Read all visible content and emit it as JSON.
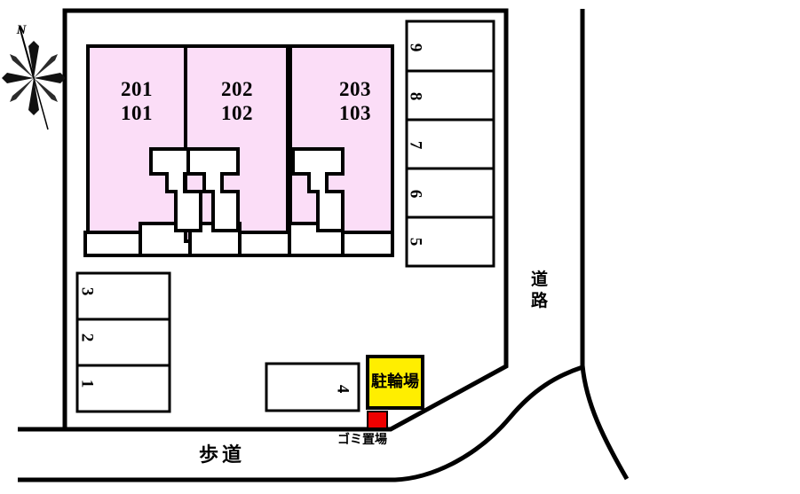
{
  "plan": {
    "title": "apartment-site-plan",
    "colors": {
      "building_fill": "#fbddf7",
      "bike_park_fill": "#ffee00",
      "trash_marker_fill": "#ee0000",
      "line": "#000000",
      "page_bg": "#ffffff"
    },
    "compass": {
      "north_label": "N"
    },
    "buildings": [
      {
        "id": "block-a",
        "upper_unit": "201",
        "lower_unit": "101"
      },
      {
        "id": "block-b",
        "upper_unit": "202",
        "lower_unit": "102"
      },
      {
        "id": "block-c",
        "upper_unit": "203",
        "lower_unit": "103"
      }
    ],
    "parking_right": [
      {
        "number": "9"
      },
      {
        "number": "8"
      },
      {
        "number": "7"
      },
      {
        "number": "6"
      },
      {
        "number": "5"
      }
    ],
    "parking_left": [
      {
        "number": "3"
      },
      {
        "number": "2"
      },
      {
        "number": "1"
      }
    ],
    "parking_bottom": [
      {
        "number": "4"
      }
    ],
    "annotations": {
      "road": "道\n路",
      "bike_parking": "駐輪場",
      "trash_area": "ゴミ置場",
      "sidewalk": "歩道"
    }
  }
}
